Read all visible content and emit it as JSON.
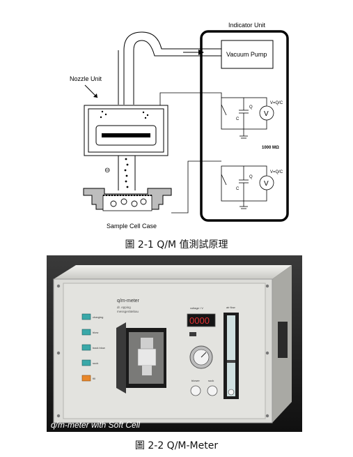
{
  "figure1": {
    "labels": {
      "indicator_unit": "Indicator Unit",
      "vacuum_pump": "Vacuum Pump",
      "nozzle_unit": "Nozzle Unit",
      "sample_cell_case": "Sample Cell Case",
      "resistor": "1000 MΩ",
      "meter_label_1": "V=Q/C",
      "meter_label_2": "V=Q/C",
      "meter_symbol": "V",
      "cap_q": "Q",
      "cap_c": "C",
      "minus_sign": "⊖"
    },
    "caption": "圖 2-1 Q/M 值測試原理"
  },
  "figure2": {
    "panel_title": "q/m-meter",
    "panel_subtitle_1": "dr. epping",
    "panel_subtitle_2": "messgerätebau",
    "display_label": "voltage / V",
    "display_value": "0000",
    "flow_label": "air flow",
    "knob_labels": [
      "blower",
      "suck"
    ],
    "button_labels": [
      "charging",
      "blow",
      "back blow",
      "suck",
      "fill"
    ],
    "overlay_text": "q/m-meter with Soft Cell",
    "caption": "圖 2-2 Q/M-Meter",
    "colors": {
      "panel": "#dcdcd8",
      "button_cyan": "#39a8a8",
      "button_orange": "#e8872a",
      "display_red": "#e43030"
    }
  }
}
